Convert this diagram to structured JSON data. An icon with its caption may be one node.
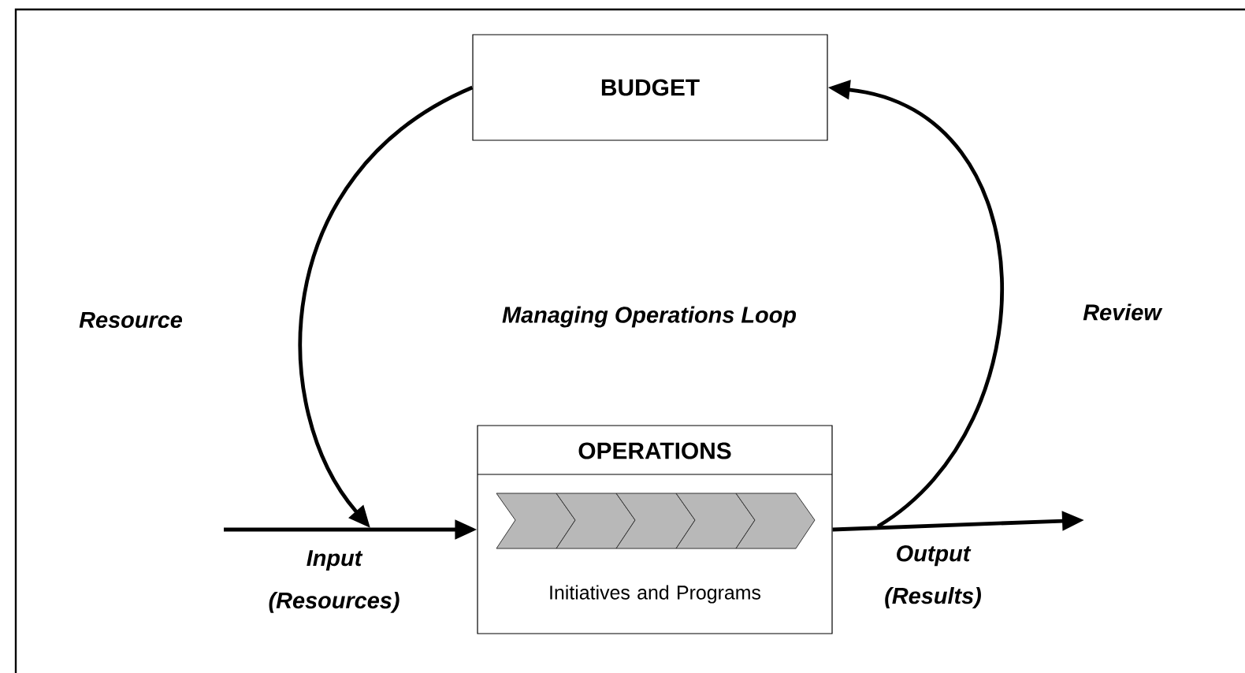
{
  "diagram": {
    "nodes": [
      {
        "text": [
          "BUDGET"
        ]
      },
      {
        "text": [
          "OPERATIONS",
          "Initiatives and Programs"
        ]
      }
    ],
    "edges": [
      {
        "from": null,
        "to": 1,
        "arrow": "to",
        "label": "Input (Resources)"
      },
      {
        "from": 1,
        "to": null,
        "arrow": "to",
        "label": "Output (Results)"
      },
      {
        "from": 0,
        "to": null,
        "arrow": "to"
      },
      {
        "from": null,
        "to": 0,
        "arrow": "to"
      }
    ],
    "labels": [
      "Resource",
      "Managing Operations Loop",
      "Review"
    ]
  }
}
